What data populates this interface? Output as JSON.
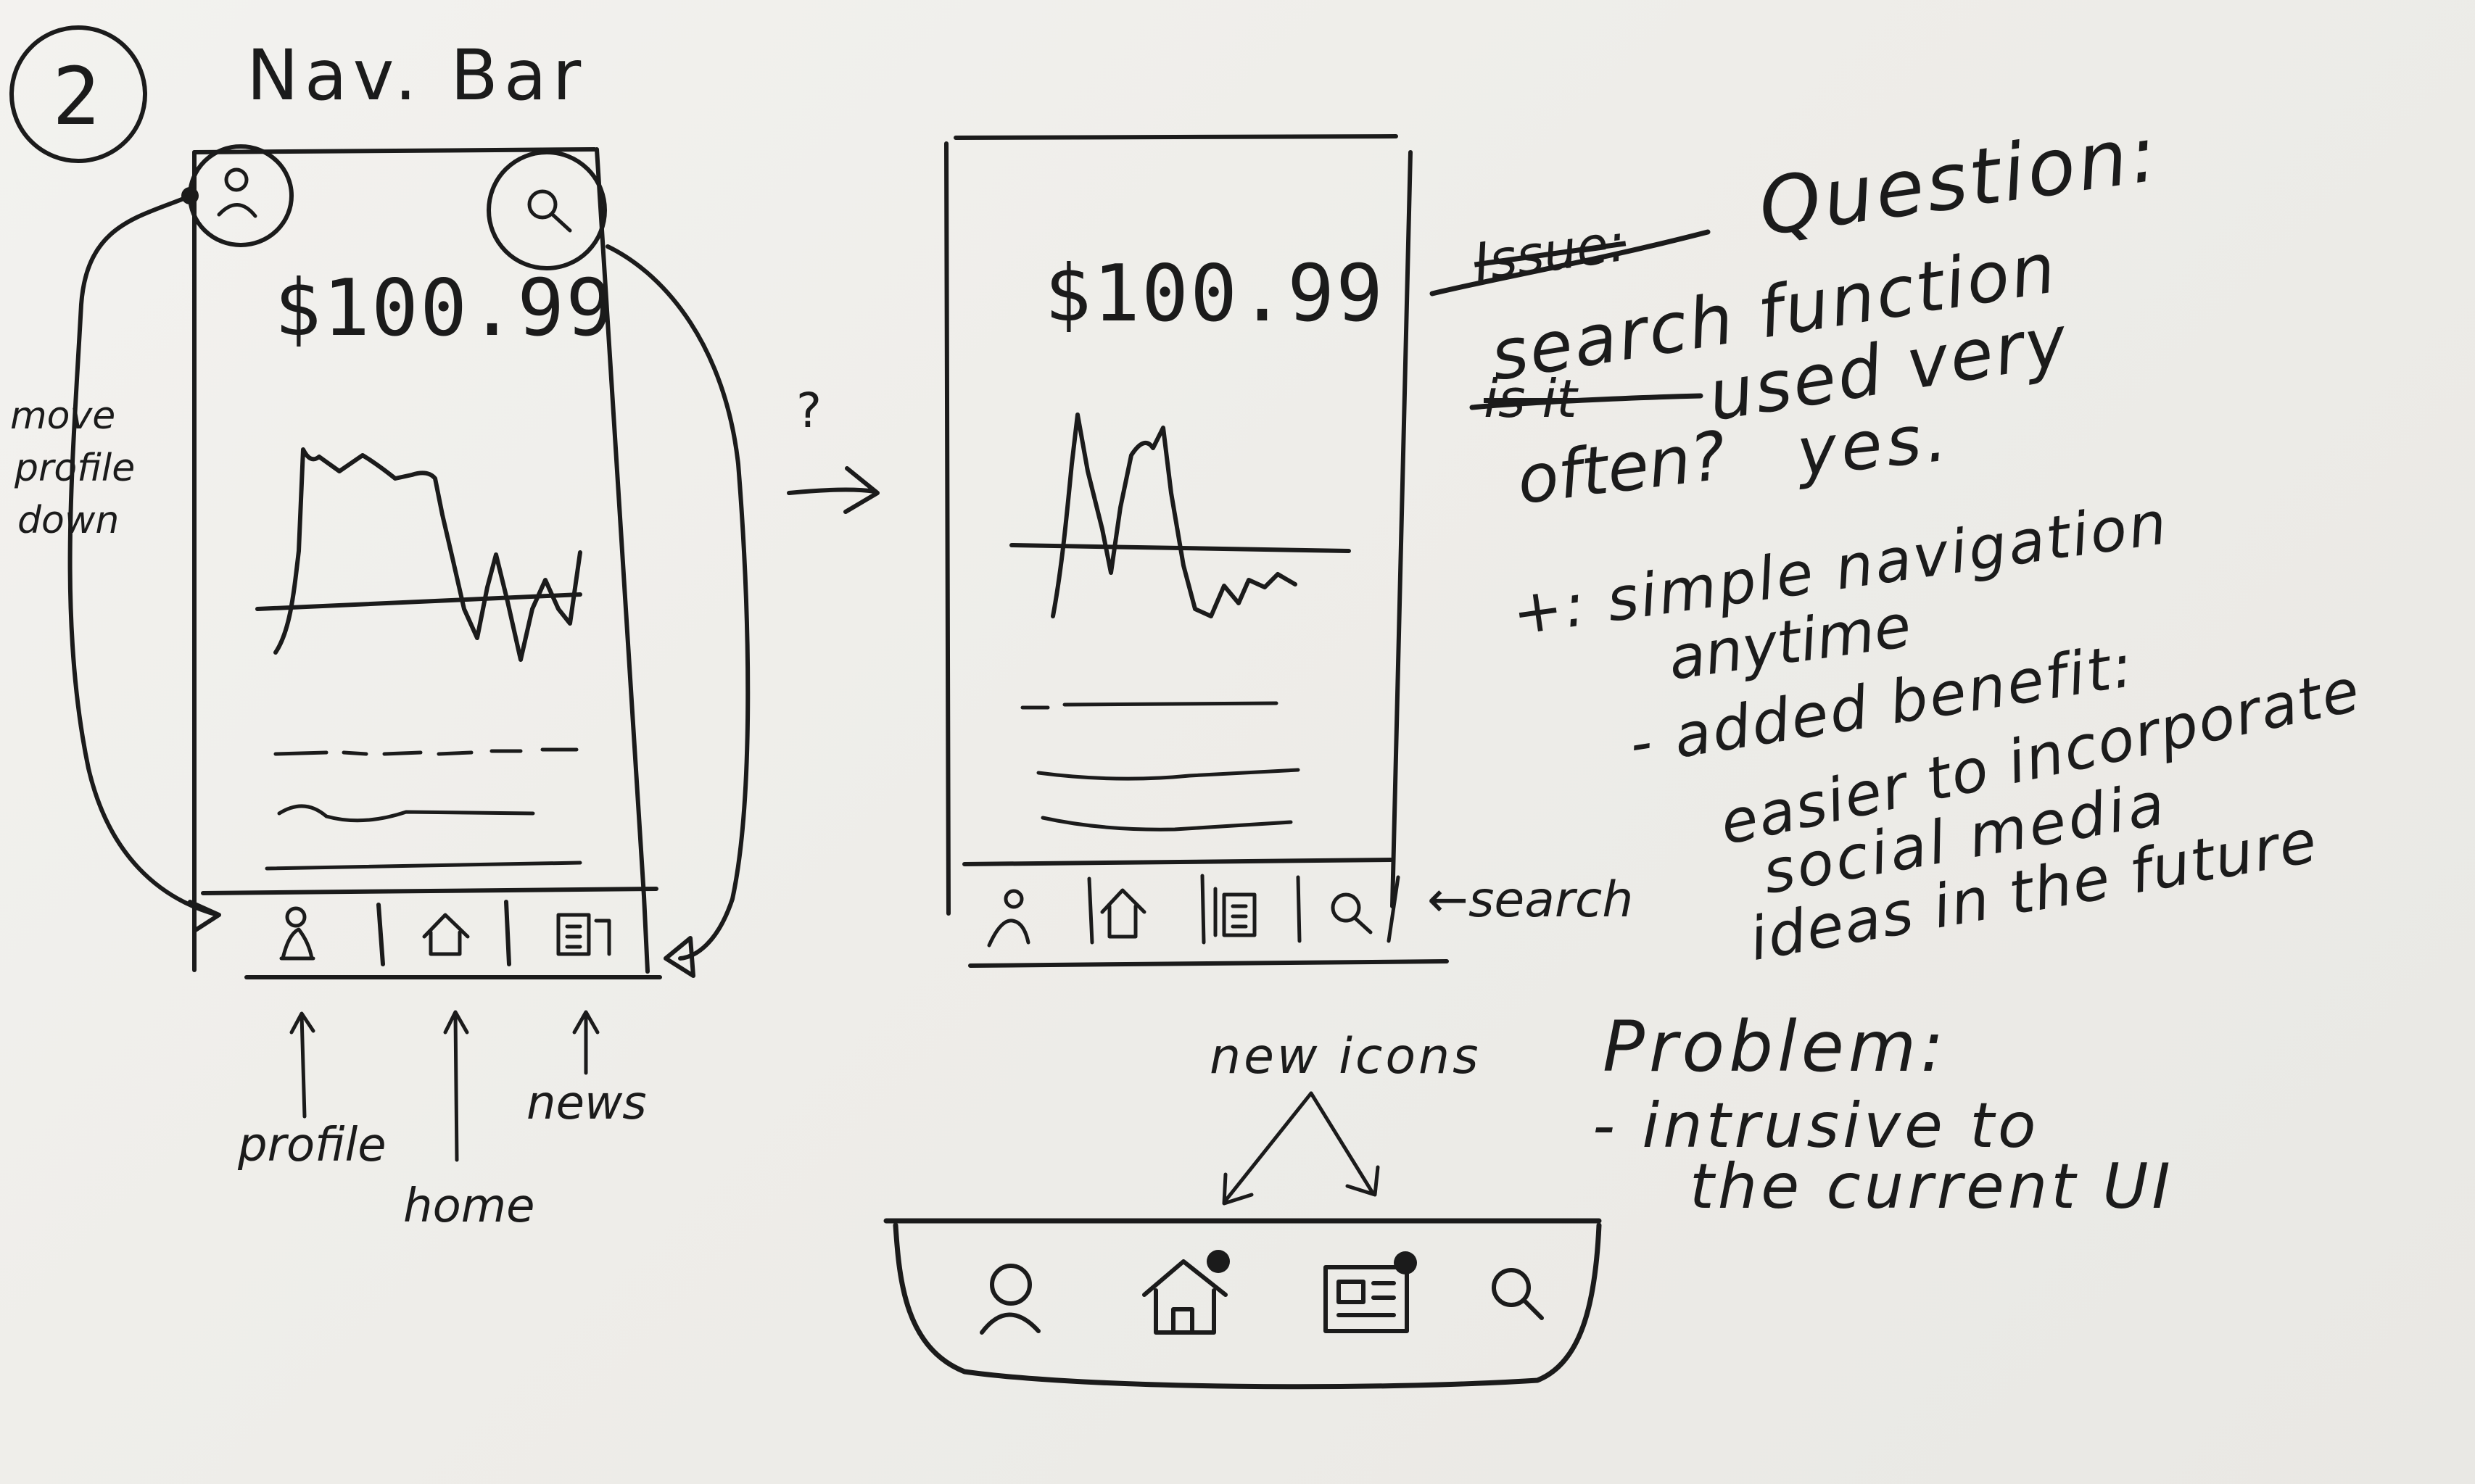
{
  "step_number": "2",
  "title": "Nav. Bar",
  "phone_old": {
    "price": "$100.99",
    "move_note": [
      "move",
      "profile",
      "down"
    ],
    "labels": {
      "profile": "profile",
      "home": "home",
      "news": "news"
    }
  },
  "transition_mark": "?",
  "phone_new": {
    "price": "$100.99",
    "search_label": "←search"
  },
  "notes": {
    "crossed_issue": "Issue:",
    "question_heading": "Question:",
    "q_line1": "search function",
    "q_crossed": "is it",
    "q_line2": "used very",
    "q_line3": "often?",
    "q_answer": "yes.",
    "plus_line1": "+: simple navigation",
    "plus_line2": "anytime",
    "benefit_line1": "- added benefit:",
    "benefit_line2": "easier to incorporate",
    "benefit_line3": "social media",
    "benefit_line4": "ideas in the future",
    "problem_heading": "Problem:",
    "problem_line1": "- intrusive to",
    "problem_line2": "the current UI"
  },
  "new_icons_label": "new icons",
  "new_icons": [
    "profile-icon",
    "home-icon",
    "news-icon",
    "search-icon"
  ]
}
